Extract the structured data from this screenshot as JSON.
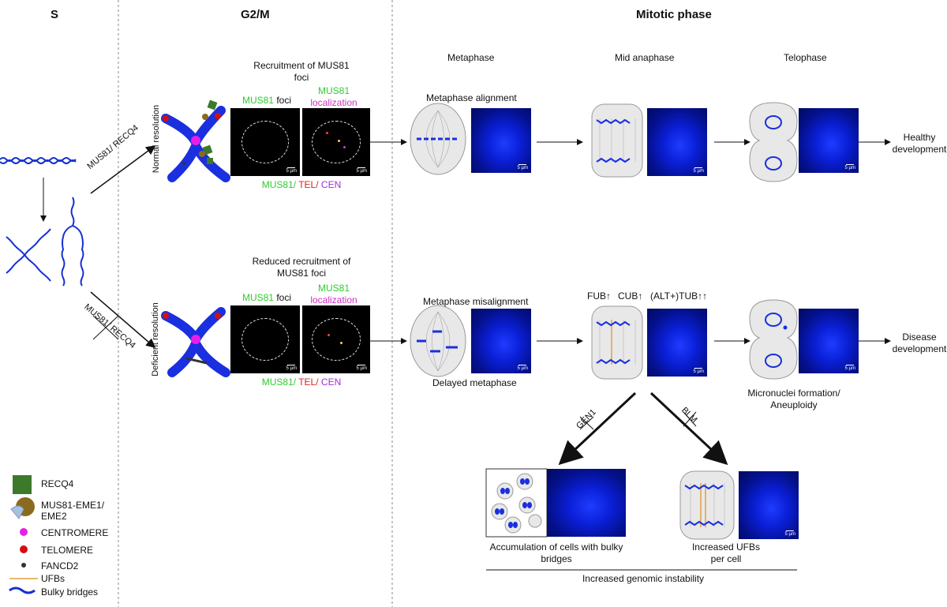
{
  "phases": {
    "s": "S",
    "g2m": "G2/M",
    "mitotic": "Mitotic phase"
  },
  "stages": {
    "metaphase": "Metaphase",
    "mid_anaphase": "Mid anaphase",
    "telophase": "Telophase"
  },
  "normal": {
    "side_label": "Normal resolution",
    "arrow_label": "MUS81/ RECQ4",
    "recruitment": "Recruitment of MUS81 foci",
    "panel1_word": "MUS81",
    "panel1_word2": "foci",
    "panel2_word": "MUS81",
    "panel2_word2": "localization",
    "legend_mus81": "MUS81/",
    "legend_tel": "TEL/",
    "legend_cen": "CEN",
    "metaphase_label": "Metaphase alignment",
    "outcome": "Healthy development"
  },
  "deficient": {
    "side_label": "Deficient resolution",
    "arrow_label": "MUS81/ RECQ4",
    "recruitment": "Reduced recruitment of MUS81 foci",
    "panel1_word": "MUS81",
    "panel1_word2": "foci",
    "panel2_word": "MUS81",
    "panel2_word2": "localization",
    "legend_mus81": "MUS81/",
    "legend_tel": "TEL/",
    "legend_cen": "CEN",
    "metaphase_label": "Metaphase misalignment",
    "delayed": "Delayed metaphase",
    "fub": "FUB",
    "cub": "CUB",
    "alt_tub": "(ALT+)TUB",
    "micronuclei": "Micronuclei formation/ Aneuploidy",
    "outcome": "Disease development"
  },
  "branches": {
    "left_label": "GEN1",
    "right_label": "BLM",
    "left_result": "Accumulation of cells with bulky bridges",
    "right_result": "Increased UFBs per cell",
    "summary": "Increased genomic instability"
  },
  "scale_bar": "5 µm",
  "legend": [
    {
      "label": "RECQ4",
      "icon": "green-square-icon",
      "color": "#3b7a2a"
    },
    {
      "label": "MUS81-EME1/ EME2",
      "icon": "mus81-complex-icon",
      "color": "#8b6a1f"
    },
    {
      "label": "CENTROMERE",
      "icon": "magenta-dot-icon",
      "color": "#e81ee8"
    },
    {
      "label": "TELOMERE",
      "icon": "red-dot-icon",
      "color": "#d01010"
    },
    {
      "label": "FANCD2",
      "icon": "black-dot-icon",
      "color": "#333333"
    },
    {
      "label": "UFBs",
      "icon": "orange-line-icon",
      "color": "#e0a040"
    },
    {
      "label": "Bulky bridges",
      "icon": "blue-line-icon",
      "color": "#1530d0"
    }
  ],
  "colors": {
    "chromosome": "#1a2fe0",
    "microscopy_blue": "#0a1fd6",
    "divider": "#888888"
  }
}
